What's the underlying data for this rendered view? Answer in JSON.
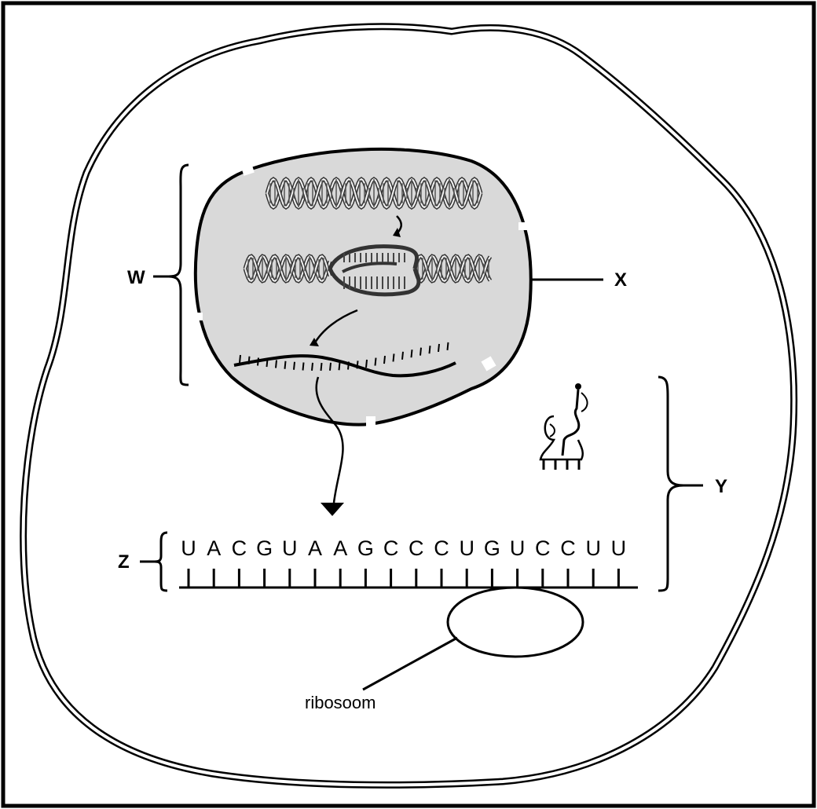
{
  "labels": {
    "w": "W",
    "x": "X",
    "y": "Y",
    "z": "Z",
    "ribosome": "ribosoom"
  },
  "mrna_bases": [
    "U",
    "A",
    "C",
    "G",
    "U",
    "A",
    "A",
    "G",
    "C",
    "C",
    "C",
    "U",
    "G",
    "U",
    "C",
    "C",
    "U",
    "U"
  ],
  "colors": {
    "nucleus_fill": "#d9d9d9",
    "stroke": "#000000"
  }
}
